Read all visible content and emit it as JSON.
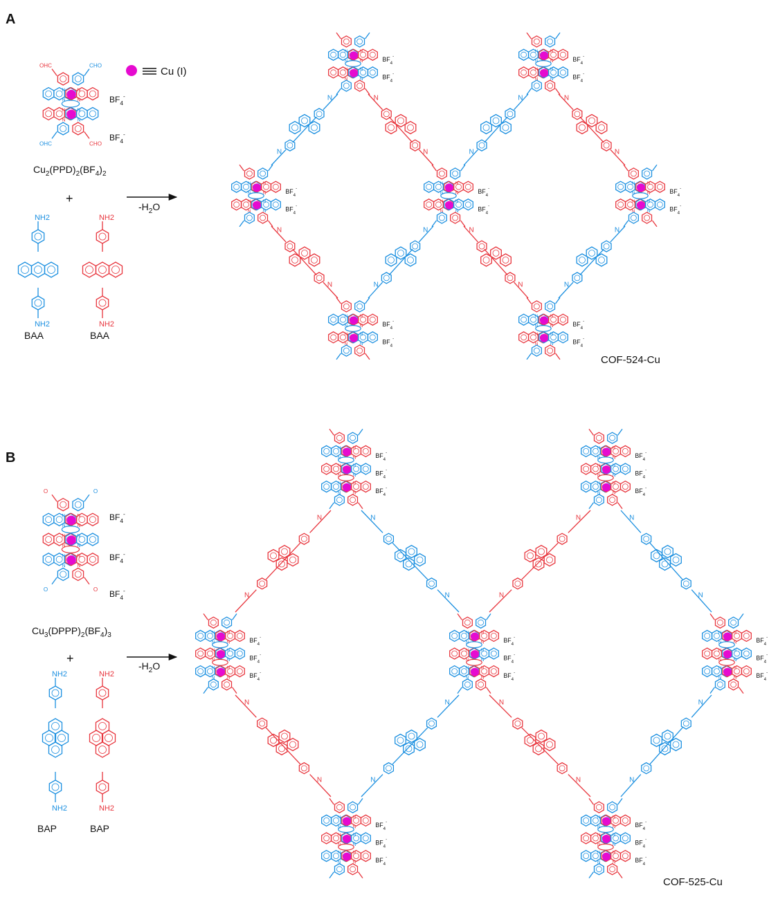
{
  "colors": {
    "blue": "#1a8fe0",
    "red": "#e8343c",
    "copper": "#e60ad0",
    "ink": "#111111"
  },
  "legend": {
    "symbol": "magenta-dot-triple-bond",
    "label": "Cu (I)"
  },
  "panel_a": {
    "letter": "A",
    "precursor": {
      "label_parts": [
        "Cu",
        "2",
        "(PPD)",
        "2",
        "(BF",
        "4",
        ")",
        "2"
      ],
      "substituents": {
        "left_top": "OHC",
        "right_top": "CHO",
        "left_bottom": "OHC",
        "right_bottom": "CHO"
      },
      "anion": "BF4-"
    },
    "plus": "+",
    "linkers": [
      "BAA",
      "BAA"
    ],
    "amine": "NH2",
    "arrow_label": "-H2O",
    "product": "COF-524-Cu",
    "imine_n": "N"
  },
  "panel_b": {
    "letter": "B",
    "precursor": {
      "label_parts": [
        "Cu",
        "3",
        "(DPPP)",
        "2",
        "(BF",
        "4",
        ")",
        "3"
      ],
      "substituents": "O",
      "anion": "BF4-"
    },
    "plus": "+",
    "linkers": [
      "BAP",
      "BAP"
    ],
    "amine": "NH2",
    "arrow_label": "-H2O",
    "product": "COF-525-Cu",
    "imine_n": "N"
  }
}
